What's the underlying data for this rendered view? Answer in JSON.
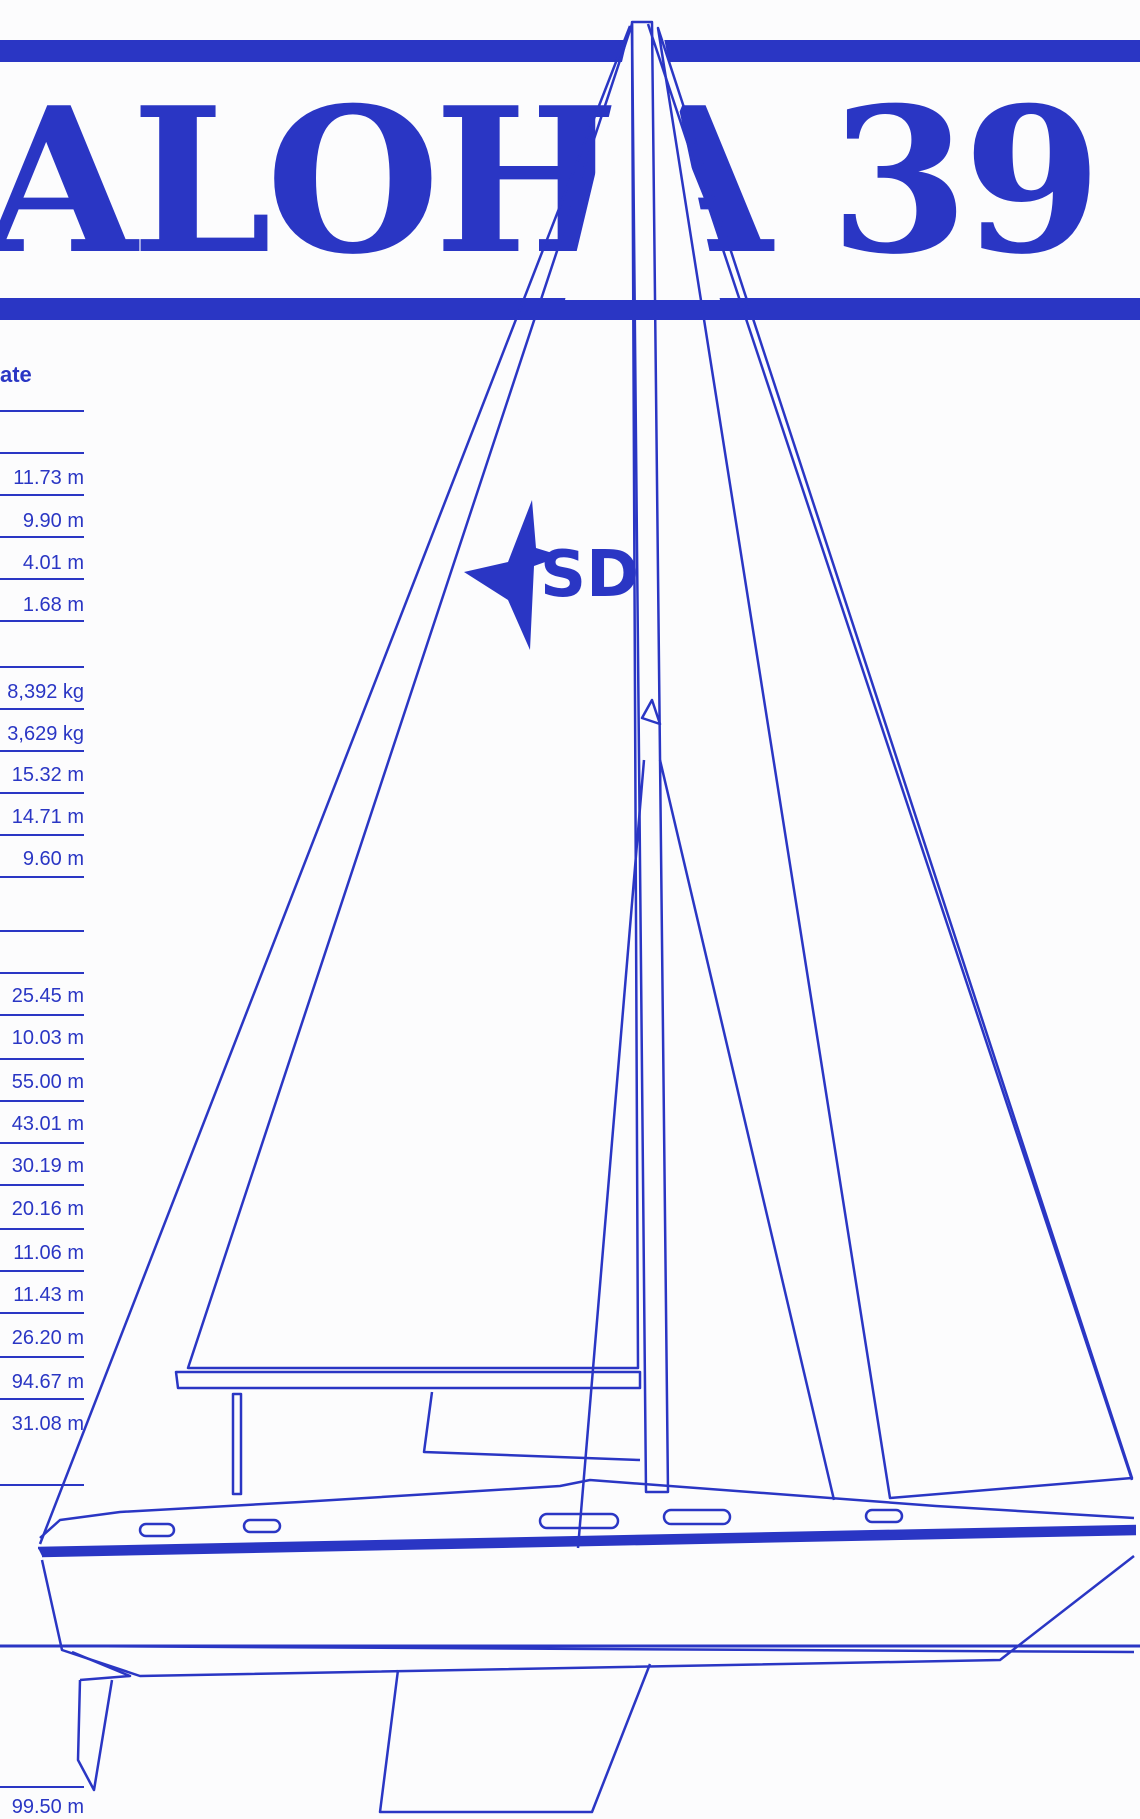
{
  "brochure": {
    "title": "ALOHA 39",
    "column_header": "ate",
    "logo_text": "SD",
    "dimensions": [
      "11.73 m",
      "9.90 m",
      "4.01 m",
      "1.68 m"
    ],
    "weights_rig": [
      "8,392 kg",
      "3,629 kg",
      "15.32 m",
      "14.71 m",
      "9.60 m"
    ],
    "sail_areas": [
      "25.45 m",
      "10.03 m",
      "55.00 m",
      "43.01 m",
      "30.19 m",
      "20.16 m",
      "11.06 m",
      "11.43 m",
      "26.20 m",
      "94.67 m",
      "31.08 m"
    ],
    "footer_value": "99.50 m"
  },
  "colors": {
    "ink": "#2a36c4",
    "paper": "#fcfcfd"
  }
}
